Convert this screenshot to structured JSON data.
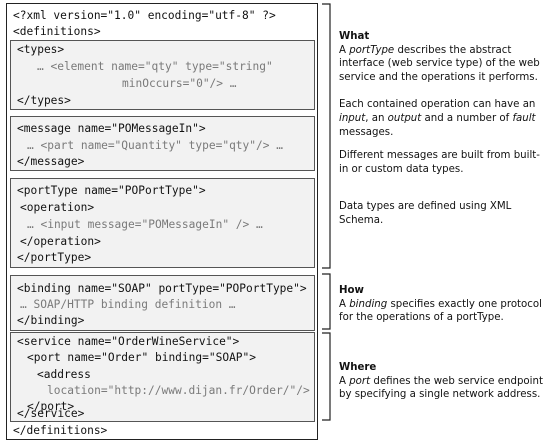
{
  "code": {
    "xml_decl": "<?xml version=\"1.0\" encoding=\"utf-8\" ?>",
    "definitions_open": "<definitions>",
    "definitions_close": "</definitions>",
    "types": {
      "open": "<types>",
      "line1": "… <element name=\"qty\" type=\"string\"",
      "line2": "minOccurs=\"0\"/> …",
      "close": "</types>"
    },
    "message": {
      "open": "<message name=\"POMessageIn\">",
      "line1": "… <part name=\"Quantity\" type=\"qty\"/> …",
      "close": "</message>"
    },
    "porttype": {
      "open": "<portType name=\"POPortType\">",
      "op_open": "<operation>",
      "line1": "… <input message=\"POMessageIn\" /> …",
      "op_close": "</operation>",
      "close": "</portType>"
    },
    "binding": {
      "open": "<binding name=\"SOAP\" portType=\"POPortType\">",
      "line1": "… SOAP/HTTP binding definition …",
      "close": "</binding>"
    },
    "service": {
      "open": "<service name=\"OrderWineService\">",
      "port_open": "<port name=\"Order\" binding=\"SOAP\">",
      "address": "<address",
      "location": "location=\"http://www.dijan.fr/Order/\"/>",
      "port_close": "</port>",
      "close": "</service>"
    }
  },
  "annotations": {
    "what": {
      "heading": "What",
      "p1_a": "A ",
      "p1_term": "portType",
      "p1_b": " describes the abstract interface (web service type) of the web service and the operations it performs.",
      "p2_a": "Each contained operation can have an ",
      "p2_t1": "input",
      "p2_b": ", an ",
      "p2_t2": "output",
      "p2_c": " and a number of ",
      "p2_t3": "fault",
      "p2_d": " messages.",
      "p3": "Different messages are built from built-in or custom data types.",
      "p4": "Data types are defined using XML Schema."
    },
    "how": {
      "heading": "How",
      "p1_a": "A ",
      "p1_term": "binding",
      "p1_b": " specifies exactly one protocol for the operations of a portType."
    },
    "where": {
      "heading": "Where",
      "p1_a": "A ",
      "p1_term": "port",
      "p1_b": " defines the web service endpoint by specifying a single network address."
    }
  },
  "colors": {
    "box_fill": "#f2f2f2",
    "gray_text": "#7a7a7a",
    "text": "#111111"
  }
}
